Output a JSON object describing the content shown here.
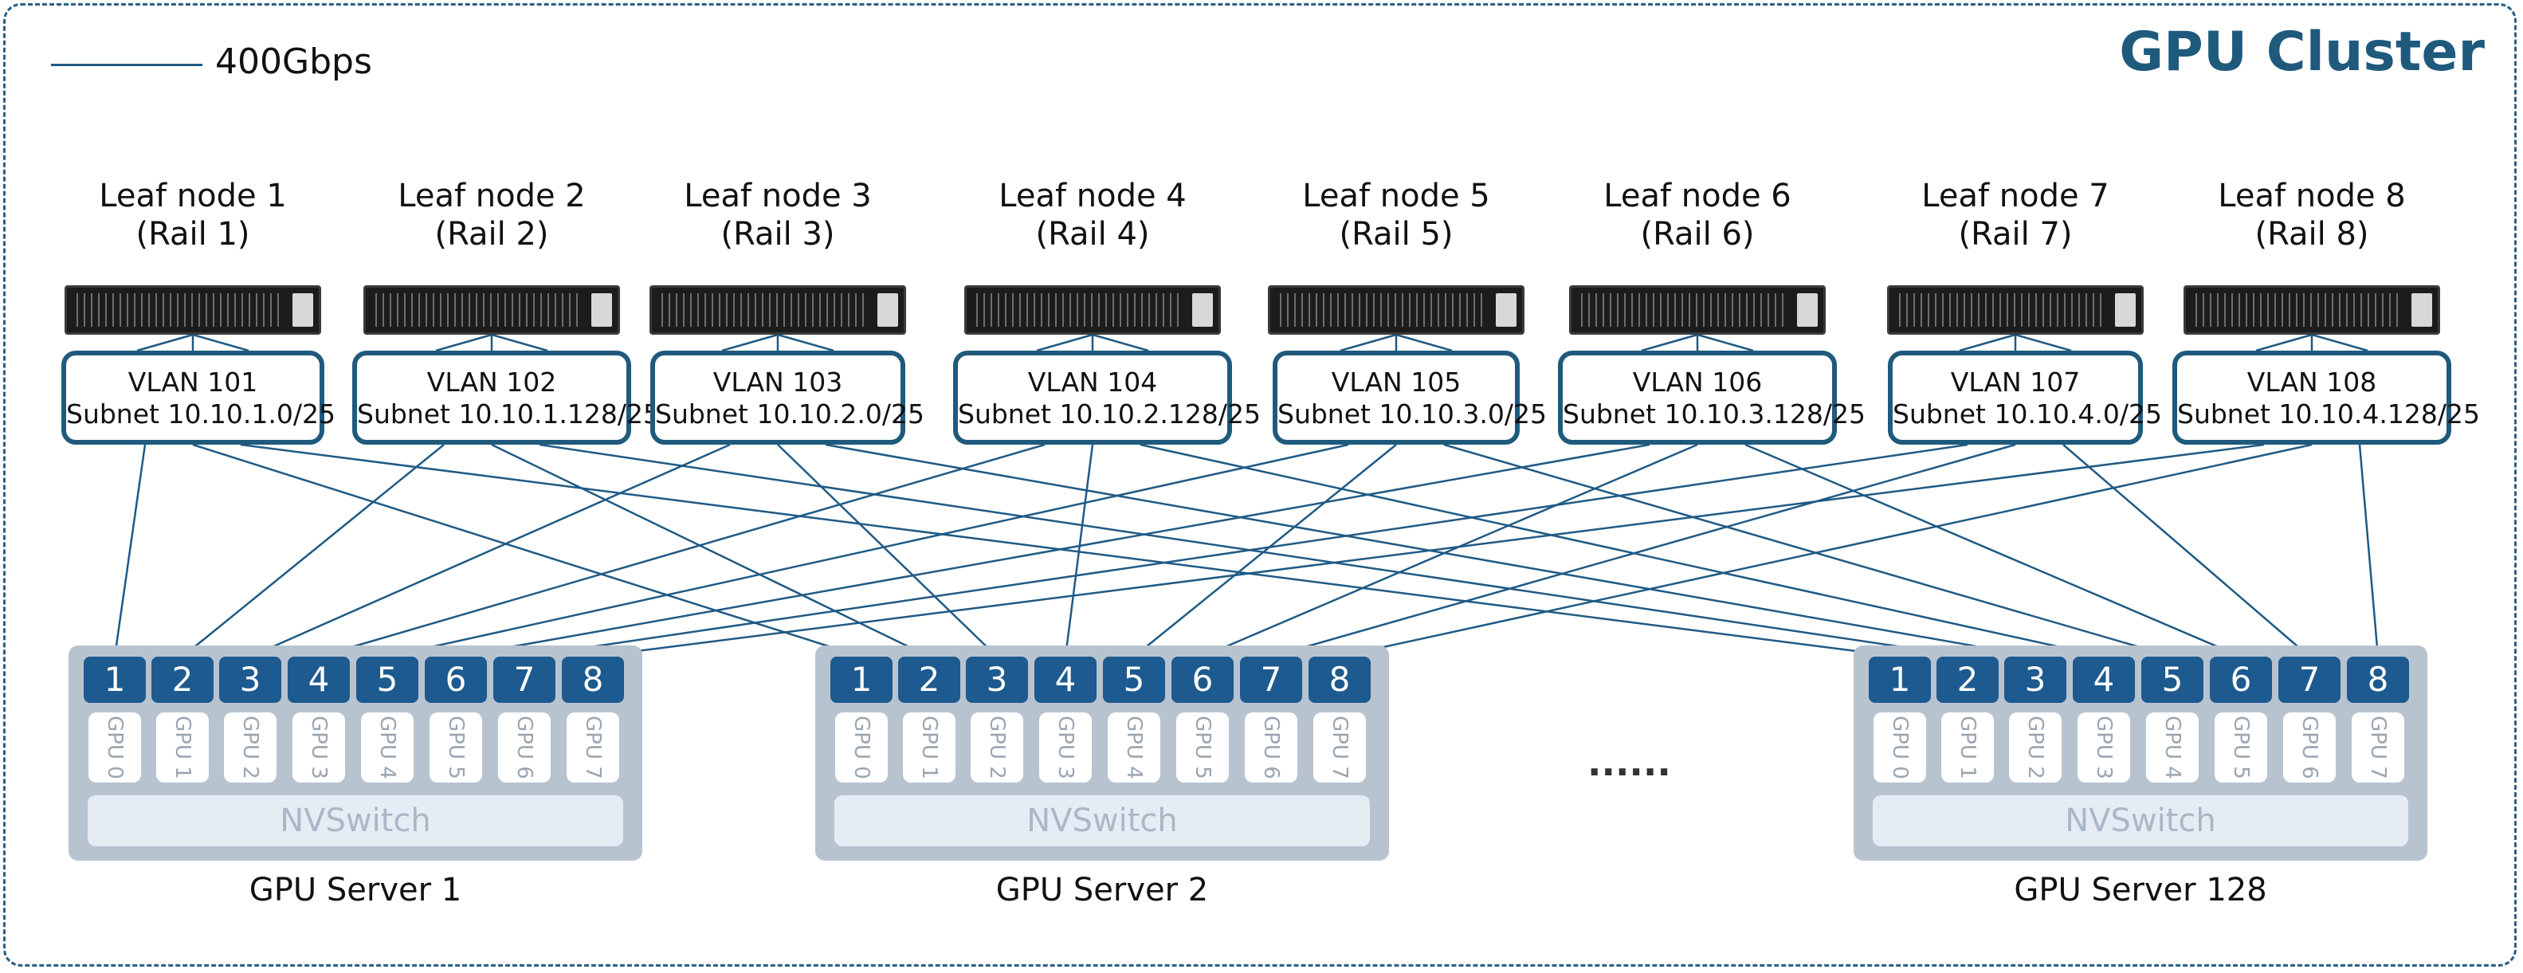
{
  "title": "GPU Cluster",
  "legend": {
    "label": "400Gbps"
  },
  "leaves": [
    {
      "name": "Leaf node 1",
      "rail": "(Rail 1)",
      "vlan": "VLAN 101",
      "subnet": "Subnet 10.10.1.0/25"
    },
    {
      "name": "Leaf node 2",
      "rail": "(Rail 2)",
      "vlan": "VLAN 102",
      "subnet": "Subnet 10.10.1.128/25"
    },
    {
      "name": "Leaf node 3",
      "rail": "(Rail 3)",
      "vlan": "VLAN 103",
      "subnet": "Subnet 10.10.2.0/25"
    },
    {
      "name": "Leaf node 4",
      "rail": "(Rail 4)",
      "vlan": "VLAN 104",
      "subnet": "Subnet 10.10.2.128/25"
    },
    {
      "name": "Leaf node 5",
      "rail": "(Rail 5)",
      "vlan": "VLAN 105",
      "subnet": "Subnet 10.10.3.0/25"
    },
    {
      "name": "Leaf node 6",
      "rail": "(Rail 6)",
      "vlan": "VLAN 106",
      "subnet": "Subnet 10.10.3.128/25"
    },
    {
      "name": "Leaf node 7",
      "rail": "(Rail 7)",
      "vlan": "VLAN 107",
      "subnet": "Subnet 10.10.4.0/25"
    },
    {
      "name": "Leaf node 8",
      "rail": "(Rail 8)",
      "vlan": "VLAN 108",
      "subnet": "Subnet 10.10.4.128/25"
    }
  ],
  "servers": [
    {
      "name": "GPU Server 1",
      "ports": [
        "1",
        "2",
        "3",
        "4",
        "5",
        "6",
        "7",
        "8"
      ],
      "gpus": [
        "GPU 0",
        "GPU 1",
        "GPU 2",
        "GPU 3",
        "GPU 4",
        "GPU 5",
        "GPU 6",
        "GPU 7"
      ],
      "switch": "NVSwitch"
    },
    {
      "name": "GPU Server 2",
      "ports": [
        "1",
        "2",
        "3",
        "4",
        "5",
        "6",
        "7",
        "8"
      ],
      "gpus": [
        "GPU 0",
        "GPU 1",
        "GPU 2",
        "GPU 3",
        "GPU 4",
        "GPU 5",
        "GPU 6",
        "GPU 7"
      ],
      "switch": "NVSwitch"
    },
    {
      "name": "GPU Server 128",
      "ports": [
        "1",
        "2",
        "3",
        "4",
        "5",
        "6",
        "7",
        "8"
      ],
      "gpus": [
        "GPU 0",
        "GPU 1",
        "GPU 2",
        "GPU 3",
        "GPU 4",
        "GPU 5",
        "GPU 6",
        "GPU 7"
      ],
      "switch": "NVSwitch"
    }
  ],
  "ellipsis": "......",
  "links": {
    "rule": "server port N connects to leaf node N (rail N), every server"
  },
  "colors": {
    "frame": "#2a5f86",
    "title": "#1f5a7d",
    "wire": "#1f5a85",
    "port": "#1d5a8f",
    "server_body": "#b8c3d0",
    "nvswitch": "#e6ecf4"
  }
}
